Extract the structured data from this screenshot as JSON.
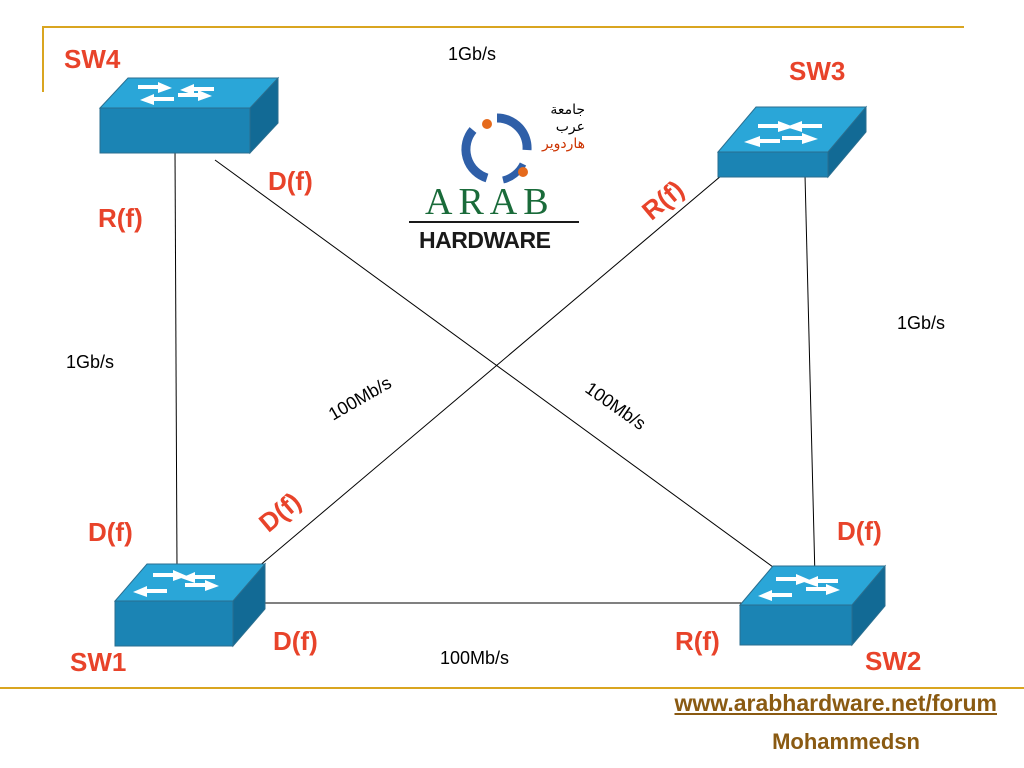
{
  "switches": {
    "sw1": {
      "label": "SW1"
    },
    "sw2": {
      "label": "SW2"
    },
    "sw3": {
      "label": "SW3"
    },
    "sw4": {
      "label": "SW4"
    }
  },
  "links": {
    "sw4_sw1": {
      "speed": "1Gb/s"
    },
    "sw4_sw3": {
      "speed": "1Gb/s"
    },
    "sw3_sw2": {
      "speed": "1Gb/s"
    },
    "sw1_sw2": {
      "speed": "100Mb/s"
    },
    "sw1_sw3": {
      "speed": "100Mb/s"
    },
    "sw4_sw2": {
      "speed": "100Mb/s"
    }
  },
  "port_roles": {
    "sw4_to_sw1": "R(f)",
    "sw4_to_sw2": "D(f)",
    "sw3_to_sw1": "R(f)",
    "sw1_to_sw4": "D(f)",
    "sw1_to_sw3": "D(f)",
    "sw1_to_sw2": "D(f)",
    "sw2_to_sw3": "D(f)",
    "sw2_to_sw1": "R(f)"
  },
  "logo": {
    "arabic_line1": "جامعة",
    "arabic_line2": "عرب",
    "arabic_line3": "هاردوير",
    "wordmark": "ARAB",
    "subtitle": "HARDWARE"
  },
  "footer": {
    "url": "www.arabhardware.net/forum",
    "author": "Mohammedsn"
  },
  "colors": {
    "role_label": "#e8432a",
    "frame": "#d9a520",
    "switch_top": "#2aa6d8",
    "switch_side": "#1b84b4"
  }
}
